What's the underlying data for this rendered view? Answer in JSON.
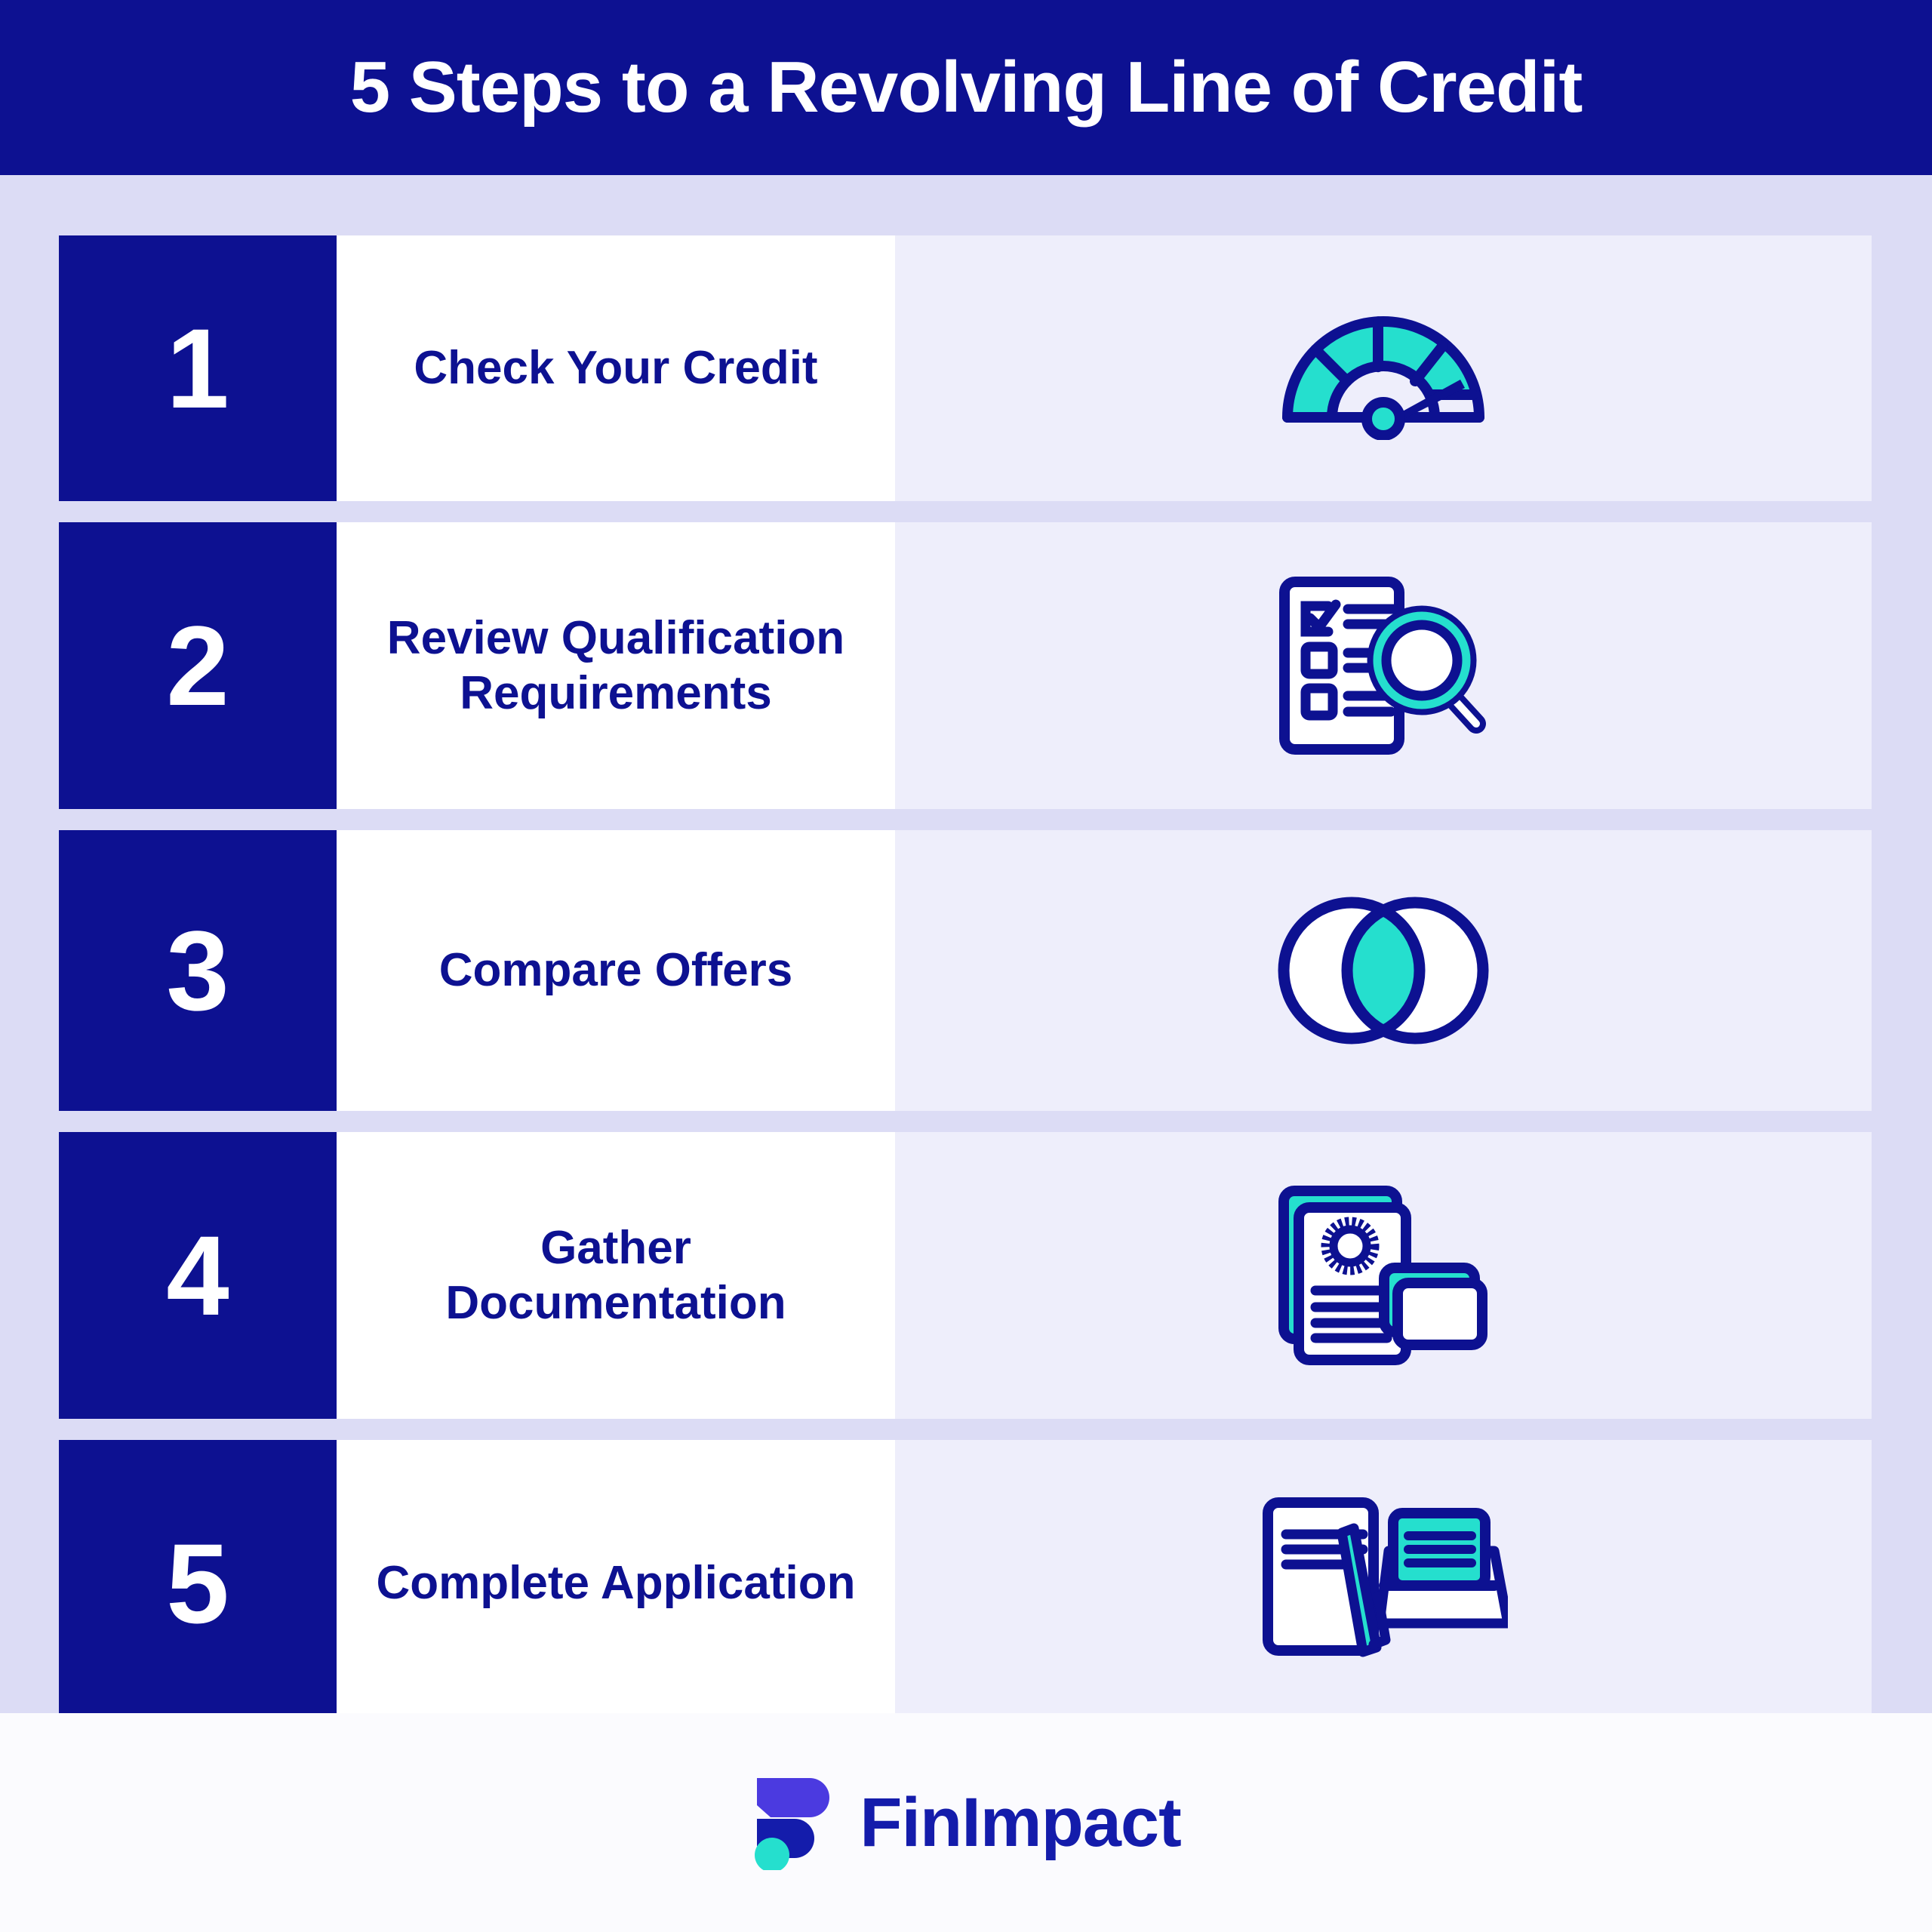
{
  "header": {
    "title": "5 Steps to a Revolving Line of Credit"
  },
  "colors": {
    "navy": "#0d1191",
    "teal": "#25dfce",
    "page_background": "#dcdcf5",
    "icon_panel": "#eeeefb",
    "text_panel": "#ffffff",
    "footer_background": "#fbfbfe",
    "logo_violet": "#4b3ae0",
    "logo_navy": "#141cab",
    "logo_teal": "#25dfce"
  },
  "steps": [
    {
      "number": "1",
      "title": "Check Your Credit",
      "icon_name": "credit-score-gauge-icon"
    },
    {
      "number": "2",
      "title": "Review Qualification Requirements",
      "icon_name": "checklist-magnifier-icon"
    },
    {
      "number": "3",
      "title": "Compare Offers",
      "icon_name": "venn-diagram-icon"
    },
    {
      "number": "4",
      "title": "Gather Documentation",
      "icon_name": "documents-stack-icon"
    },
    {
      "number": "5",
      "title": "Complete Application",
      "icon_name": "application-form-laptop-icon"
    }
  ],
  "footer": {
    "brand_name": "FinImpact",
    "logo_mark_name": "finimpact-logo-mark"
  }
}
